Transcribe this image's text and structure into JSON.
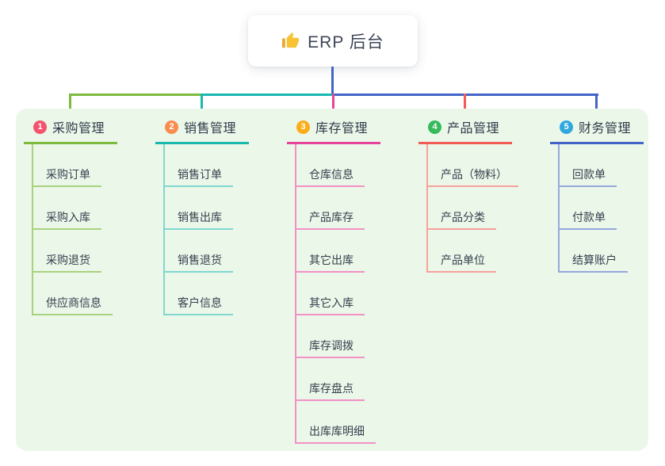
{
  "root": {
    "title": "ERP 后台",
    "icon": "thumbs-up-icon",
    "icon_color": "#F7C234"
  },
  "colors": {
    "root_line": "#4264C7",
    "panel_background": "#EBF7E9",
    "root_text": "#3E4557",
    "branch_text": "#2F3B49",
    "child_text": "#36414E"
  },
  "branches": [
    {
      "index": "1",
      "label": "采购管理",
      "color": "#7CBB3F",
      "light_color": "#A9D27F",
      "badge_color": "#F4536E",
      "children": [
        "采购订单",
        "采购入库",
        "采购退货",
        "供应商信息"
      ]
    },
    {
      "index": "2",
      "label": "销售管理",
      "color": "#17B8AE",
      "light_color": "#7ED8D0",
      "badge_color": "#FA8C4D",
      "children": [
        "销售订单",
        "销售出库",
        "销售退货",
        "客户信息"
      ]
    },
    {
      "index": "3",
      "label": "库存管理",
      "color": "#E7439B",
      "light_color": "#F291C5",
      "badge_color": "#FBAD19",
      "children": [
        "仓库信息",
        "产品库存",
        "其它出库",
        "其它入库",
        "库存调拨",
        "库存盘点",
        "出库库明细"
      ]
    },
    {
      "index": "4",
      "label": "产品管理",
      "color": "#F15B55",
      "light_color": "#F7A19C",
      "badge_color": "#35BA5C",
      "children": [
        "产品（物料）",
        "产品分类",
        "产品单位"
      ]
    },
    {
      "index": "5",
      "label": "财务管理",
      "color": "#4264C7",
      "light_color": "#96A7DD",
      "badge_color": "#2FA7DF",
      "children": [
        "回款单",
        "付款单",
        "结算账户"
      ]
    }
  ]
}
